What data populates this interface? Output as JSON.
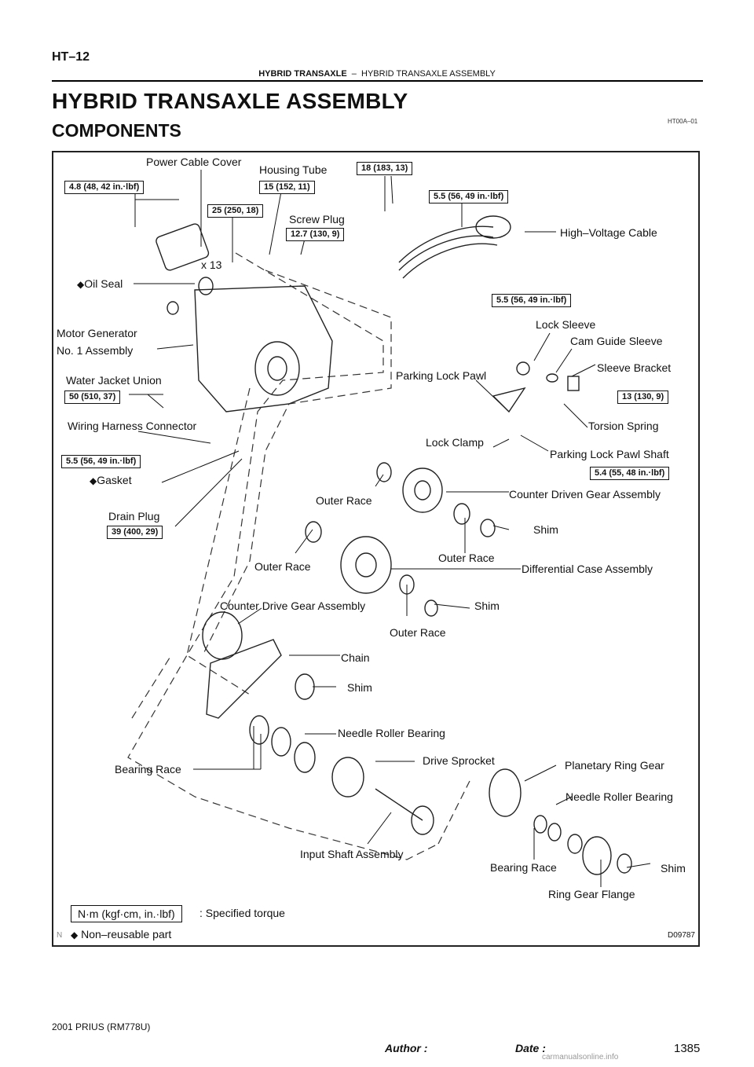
{
  "header": {
    "section_code": "HT–12",
    "category": "HYBRID TRANSAXLE",
    "separator": "–",
    "subcategory": "HYBRID TRANSAXLE ASSEMBLY"
  },
  "title": "HYBRID TRANSAXLE ASSEMBLY",
  "section": "COMPONENTS",
  "ref_code": "HT00A–01",
  "figure": {
    "code": "D09787",
    "corner_mark": "N",
    "part_labels": {
      "power_cable_cover": "Power Cable Cover",
      "housing_tube": "Housing Tube",
      "screw_plug": "Screw Plug",
      "high_voltage_cable": "High–Voltage Cable",
      "x13": "x 13",
      "oil_seal": "Oil Seal",
      "motor_generator_1": "Motor Generator",
      "motor_generator_2": "No. 1 Assembly",
      "lock_sleeve": "Lock Sleeve",
      "cam_guide_sleeve": "Cam Guide Sleeve",
      "sleeve_bracket": "Sleeve Bracket",
      "parking_lock_pawl": "Parking Lock Pawl",
      "water_jacket_union": "Water Jacket Union",
      "torsion_spring": "Torsion Spring",
      "wiring_harness_connector": "Wiring Harness Connector",
      "lock_clamp": "Lock Clamp",
      "parking_lock_pawl_shaft": "Parking Lock Pawl Shaft",
      "gasket": "Gasket",
      "outer_race_1": "Outer Race",
      "counter_driven_gear_assembly": "Counter Driven Gear Assembly",
      "drain_plug": "Drain Plug",
      "shim_1": "Shim",
      "outer_race_2": "Outer Race",
      "outer_race_3": "Outer Race",
      "differential_case_assembly": "Differential Case Assembly",
      "counter_drive_gear_assembly": "Counter Drive Gear Assembly",
      "shim_2": "Shim",
      "outer_race_4": "Outer Race",
      "chain": "Chain",
      "shim_3": "Shim",
      "needle_roller_bearing_1": "Needle Roller Bearing",
      "bearing_race_1": "Bearing Race",
      "drive_sprocket": "Drive Sprocket",
      "planetary_ring_gear": "Planetary Ring Gear",
      "needle_roller_bearing_2": "Needle Roller Bearing",
      "input_shaft_assembly": "Input Shaft Assembly",
      "bearing_race_2": "Bearing Race",
      "shim_4": "Shim",
      "ring_gear_flange": "Ring Gear Flange"
    },
    "torque_specs": {
      "t_4_8": "4.8 (48, 42 in.·lbf)",
      "t_15": "15 (152, 11)",
      "t_18": "18 (183, 13)",
      "t_5_5_a": "5.5 (56, 49 in.·lbf)",
      "t_25": "25 (250, 18)",
      "t_12_7": "12.7 (130, 9)",
      "t_5_5_b": "5.5 (56, 49 in.·lbf)",
      "t_50": "50 (510, 37)",
      "t_13": "13 (130, 9)",
      "t_5_5_c": "5.5 (56, 49 in.·lbf)",
      "t_5_4": "5.4 (55, 48 in.·lbf)",
      "t_39": "39 (400, 29)"
    },
    "legend": {
      "torque_unit": "N·m (kgf·cm, in.·lbf)",
      "torque_desc": ": Specified torque",
      "non_reusable": "Non–reusable part",
      "diamond": "◆"
    }
  },
  "footer": {
    "model": "2001 PRIUS   (RM778U)",
    "author_label": "Author :",
    "date_label": "Date :",
    "page_number": "1385",
    "watermark": "carmanualsonline.info"
  }
}
